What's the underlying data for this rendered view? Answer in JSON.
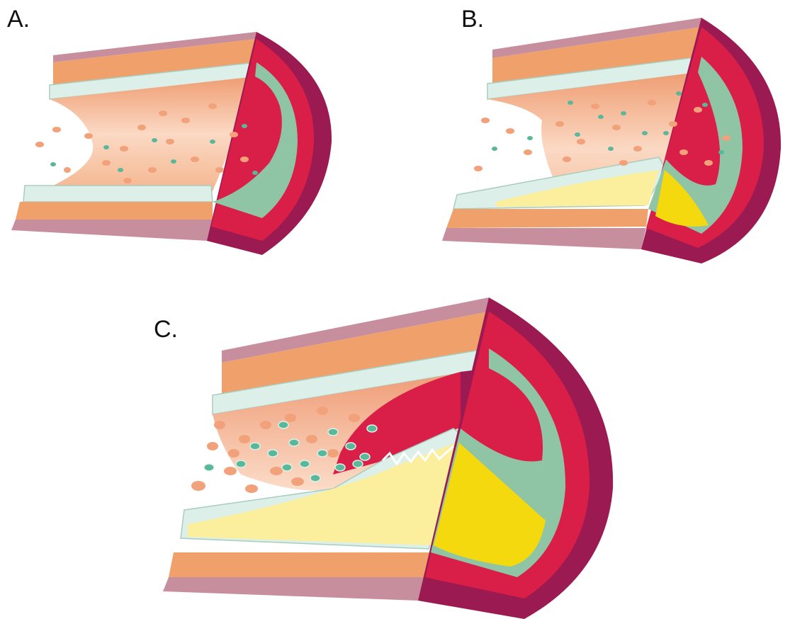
{
  "panels": {
    "a": {
      "label": "A."
    },
    "b": {
      "label": "B."
    },
    "c": {
      "label": "C."
    }
  },
  "colors": {
    "adventitia": "#c78f9d",
    "media_orange": "#f0a06a",
    "endothelium": "#dcefe8",
    "intima_green": "#8fc4a4",
    "lumen_pink": "#f6c8ad",
    "lumen_deep": "#ef9a74",
    "wall_red": "#d91f48",
    "wall_dark": "#9b1a52",
    "plaque_light": "#fbef9e",
    "plaque_yellow": "#f5d90f",
    "rbc": "#f2a27a",
    "platelet": "#59b79a"
  }
}
